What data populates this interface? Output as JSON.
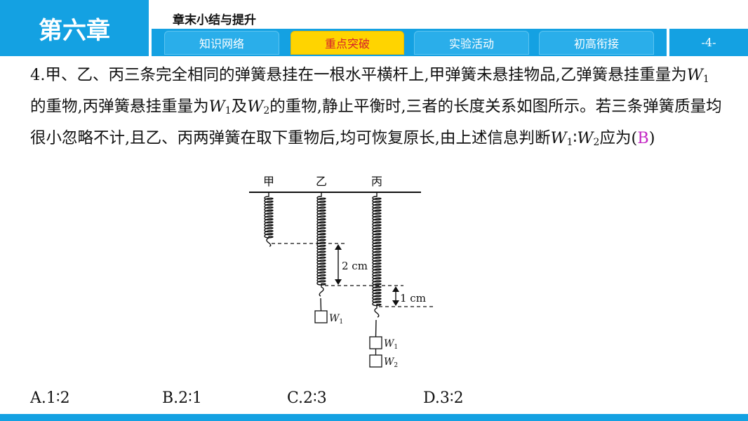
{
  "header": {
    "chapter": "第六章",
    "section": "章末小结与提升",
    "tabs": [
      "知识网络",
      "重点突破",
      "实验活动",
      "初高衔接"
    ],
    "active_tab": "重点突破",
    "page": "-4-"
  },
  "question": {
    "t1": "4.甲、乙、丙三条完全相同的弹簧悬挂在一根水平横杆上,甲弹簧未悬挂物品,乙弹簧悬挂重量为",
    "w": "W",
    "s1": "1",
    "s2": "2",
    "t2": "的重物,丙弹簧悬挂重量为",
    "t3": "及",
    "t4": "的重物,静止平衡时,三者的长度关系如图所示。若三条弹簧质量均很小忽略不计,且乙、丙两弹簧在取下重物后,均可恢复原长,由上述信息判断",
    "ratio": "∶",
    "t5": "应为(",
    "answer": "B",
    "t6": ")"
  },
  "figure": {
    "labels": [
      "甲",
      "乙",
      "丙"
    ],
    "dim1": "2 cm",
    "dim2": "1 cm",
    "w": "W",
    "s1": "1",
    "s2": "2"
  },
  "options": [
    "A.1∶2",
    "B.2∶1",
    "C.2∶3",
    "D.3∶2"
  ],
  "colors": {
    "primary": "#14a1e2",
    "active_tab": "#ffd400",
    "active_text": "#d6212a",
    "answer": "#c428c4"
  }
}
